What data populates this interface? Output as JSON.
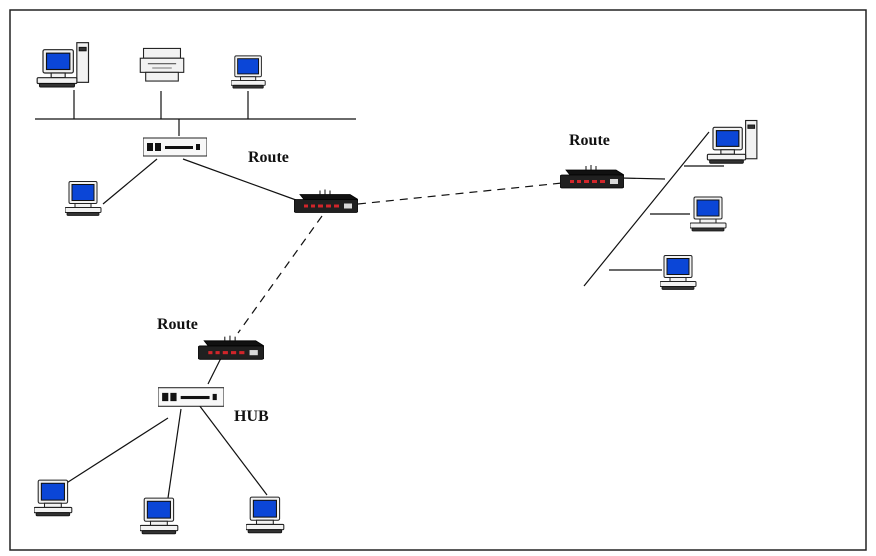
{
  "diagram": {
    "labels": {
      "route_top": "Route",
      "route_right": "Route",
      "route_left": "Route",
      "hub": "HUB"
    }
  }
}
